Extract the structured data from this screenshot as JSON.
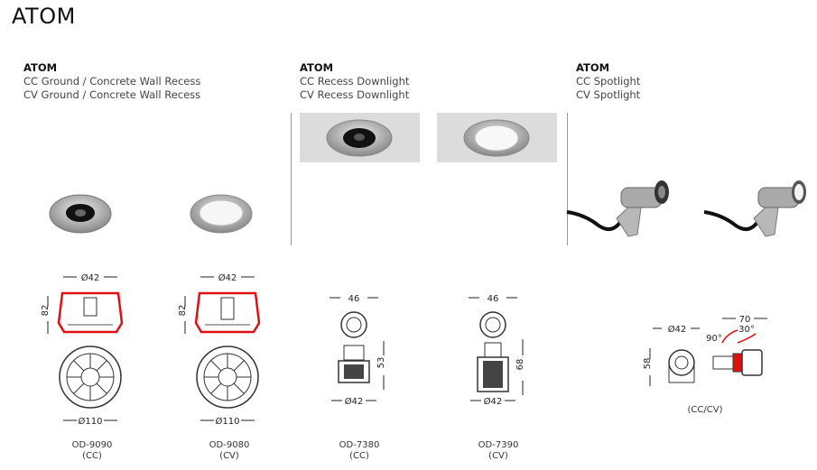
{
  "page": {
    "title": "ATOM"
  },
  "columns": [
    {
      "heading": "ATOM",
      "lines": [
        "CC Ground / Concrete Wall Recess",
        "CV Ground / Concrete Wall Recess"
      ]
    },
    {
      "heading": "ATOM",
      "lines": [
        "CC Recess Downlight",
        "CV Recess Downlight"
      ]
    },
    {
      "heading": "ATOM",
      "lines": [
        "CC Spotlight",
        "CV Spotlight"
      ]
    }
  ],
  "drawings": {
    "d1": {
      "top": "Ø42",
      "side": "82",
      "bottom": "Ø110",
      "code": "OD-9090",
      "variant": "(CC)"
    },
    "d2": {
      "top": "Ø42",
      "side": "82",
      "bottom": "Ø110",
      "code": "OD-9080",
      "variant": "(CV)"
    },
    "d3": {
      "top": "46",
      "side": "53",
      "bottom": "Ø42",
      "code": "OD-7380",
      "variant": "(CC)"
    },
    "d4": {
      "top": "46",
      "side": "68",
      "bottom": "Ø42",
      "code": "OD-7390",
      "variant": "(CV)"
    },
    "d5": {
      "dia": "Ø42",
      "height": "58",
      "width": "70",
      "angle1": "90°",
      "angle2": "30°",
      "variant": "(CC/CV)"
    }
  },
  "colors": {
    "accent_red": "#e01010",
    "divider": "#999999",
    "photo_bg": "#dcdcdc"
  }
}
